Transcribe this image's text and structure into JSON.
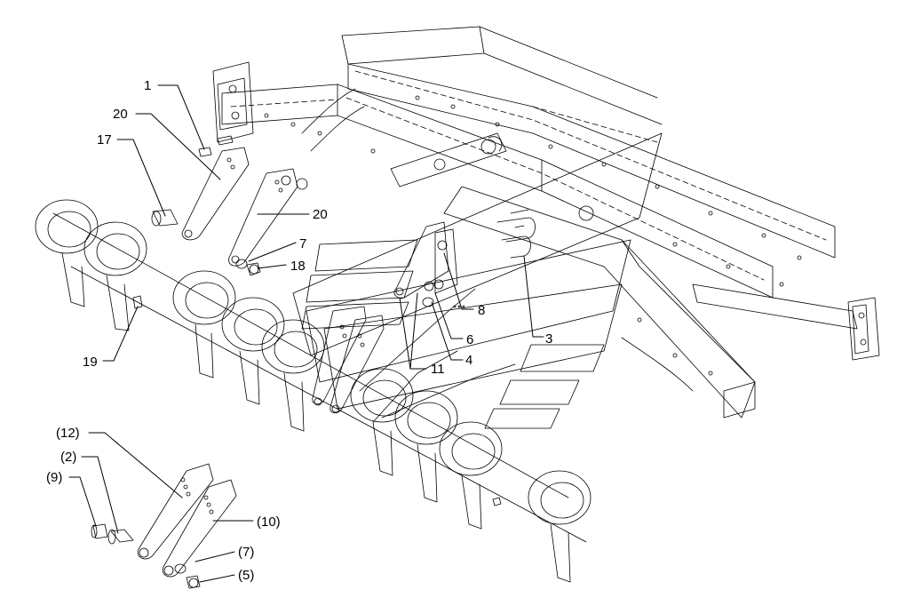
{
  "callouts": [
    {
      "id": "c1",
      "text": "1"
    },
    {
      "id": "c20a",
      "text": "20"
    },
    {
      "id": "c17",
      "text": "17"
    },
    {
      "id": "c20b",
      "text": "20"
    },
    {
      "id": "c7",
      "text": "7"
    },
    {
      "id": "c18",
      "text": "18"
    },
    {
      "id": "c19",
      "text": "19"
    },
    {
      "id": "c8",
      "text": "8"
    },
    {
      "id": "c6",
      "text": "6"
    },
    {
      "id": "c3",
      "text": "3"
    },
    {
      "id": "c4",
      "text": "4"
    },
    {
      "id": "c11",
      "text": "11"
    },
    {
      "id": "c12p",
      "text": "(12)"
    },
    {
      "id": "c2p",
      "text": "(2)"
    },
    {
      "id": "c9p",
      "text": "(9)"
    },
    {
      "id": "c10p",
      "text": "(10)"
    },
    {
      "id": "c7p",
      "text": "(7)"
    },
    {
      "id": "c5p",
      "text": "(5)"
    }
  ]
}
